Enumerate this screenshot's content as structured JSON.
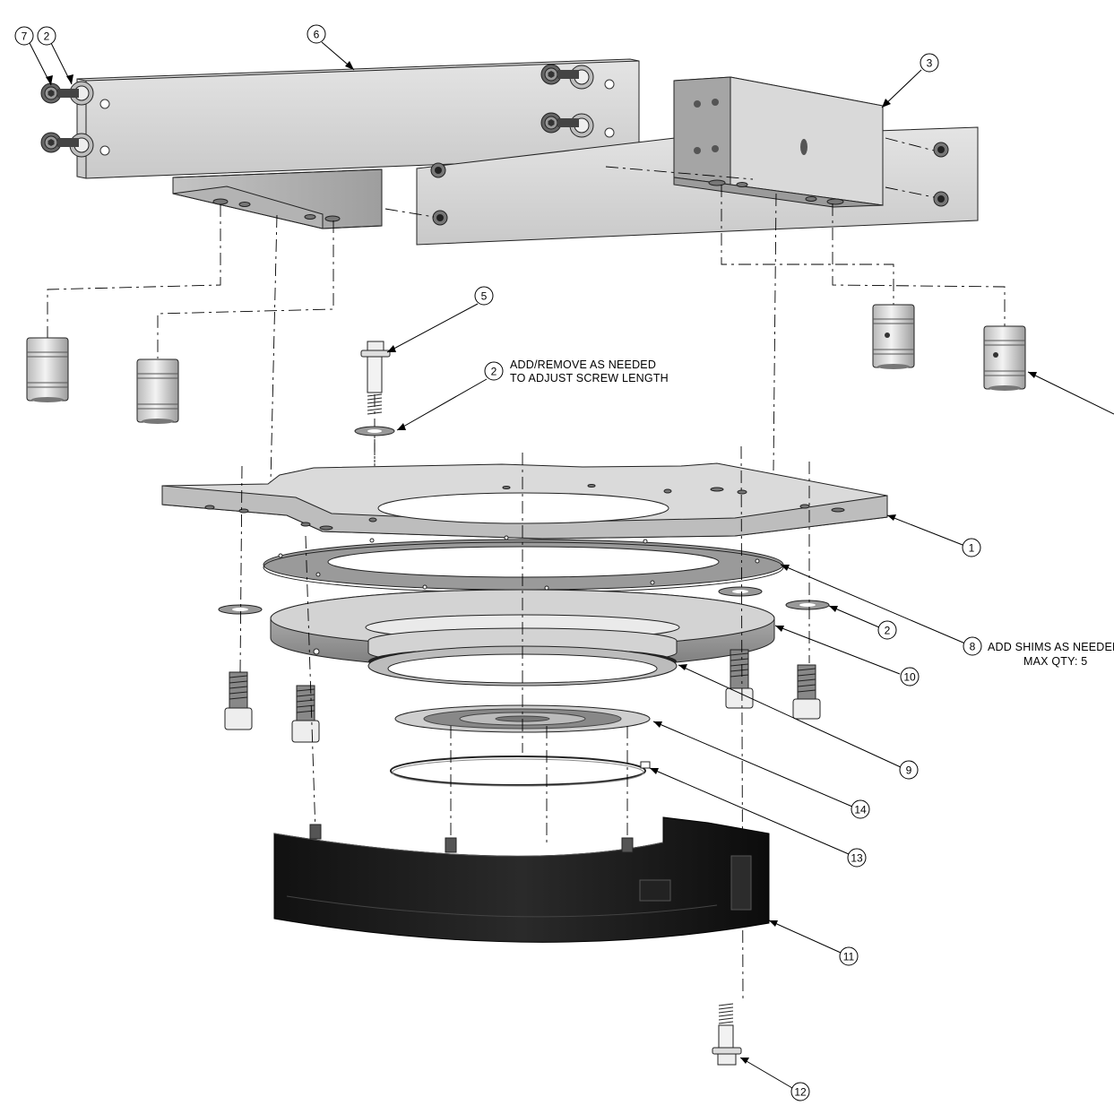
{
  "balloons": [
    {
      "id": "b7a",
      "label": "7"
    },
    {
      "id": "b2a",
      "label": "2"
    },
    {
      "id": "b6",
      "label": "6"
    },
    {
      "id": "b3",
      "label": "3"
    },
    {
      "id": "b5",
      "label": "5"
    },
    {
      "id": "b2b",
      "label": "2"
    },
    {
      "id": "b1",
      "label": "1"
    },
    {
      "id": "b2c",
      "label": "2"
    },
    {
      "id": "b8",
      "label": "8"
    },
    {
      "id": "b10",
      "label": "10"
    },
    {
      "id": "b9",
      "label": "9"
    },
    {
      "id": "b14",
      "label": "14"
    },
    {
      "id": "b13",
      "label": "13"
    },
    {
      "id": "b11",
      "label": "11"
    },
    {
      "id": "b12",
      "label": "12"
    }
  ],
  "notes": {
    "screw_note_line1": "ADD/REMOVE AS NEEDED",
    "screw_note_line2": "TO ADJUST SCREW LENGTH",
    "shim_note_line1": "ADD SHIMS AS NEEDED",
    "shim_note_line2": "MAX QTY: 5"
  },
  "colors": {
    "part_fill": "#d6d6d6",
    "part_shade": "#a9a9a9",
    "part_dark": "#6f6f6f",
    "cover_black": "#1a1a1a",
    "line": "#000000"
  }
}
